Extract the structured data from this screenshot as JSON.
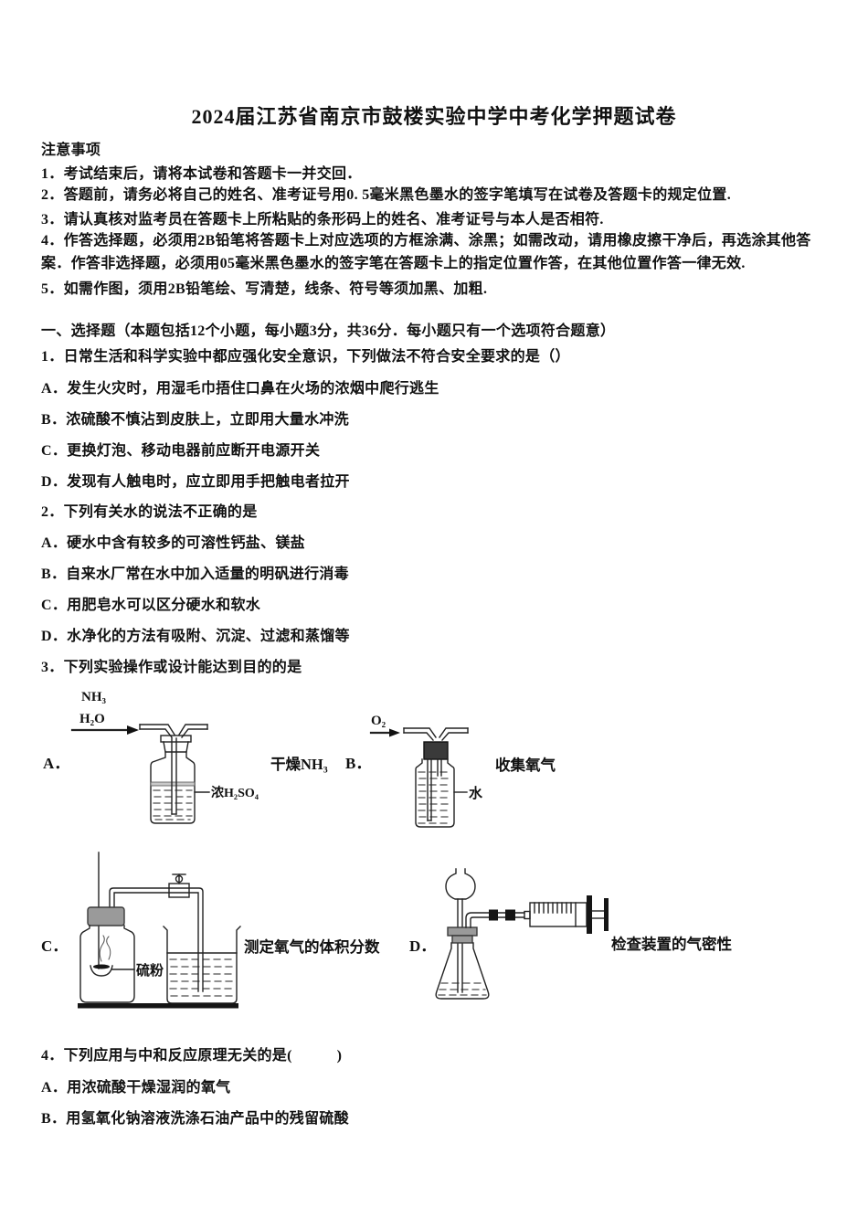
{
  "title": "2024届江苏省南京市鼓楼实验中学中考化学押题试卷",
  "notice": {
    "heading": "注意事项",
    "items": [
      "1．考试结束后，请将本试卷和答题卡一并交回．",
      "2．答题前，请务必将自己的姓名、准考证号用0. 5毫米黑色墨水的签字笔填写在试卷及答题卡的规定位置.",
      "3．请认真核对监考员在答题卡上所粘贴的条形码上的姓名、准考证号与本人是否相符.",
      "4．作答选择题，必须用2B铅笔将答题卡上对应选项的方框涂满、涂黑；如需改动，请用橡皮擦干净后，再选涂其他答案．作答非选择题，必须用05毫米黑色墨水的签字笔在答题卡上的指定位置作答，在其他位置作答一律无效.",
      "5．如需作图，须用2B铅笔绘、写清楚，线条、符号等须加黑、加粗."
    ]
  },
  "section": {
    "heading": "一、选择题（本题包括12个小题，每小题3分，共36分．每小题只有一个选项符合题意）"
  },
  "q1": {
    "stem": "1．日常生活和科学实验中都应强化安全意识，下列做法不符合安全要求的是（）",
    "options": [
      "A．发生火灾时，用湿毛巾捂住口鼻在火场的浓烟中爬行逃生",
      "B．浓硫酸不慎沾到皮肤上，立即用大量水冲洗",
      "C．更换灯泡、移动电器前应断开电源开关",
      "D．发现有人触电时，应立即用手把触电者拉开"
    ]
  },
  "q2": {
    "stem": "2．下列有关水的说法不正确的是",
    "options": [
      "A．硬水中含有较多的可溶性钙盐、镁盐",
      "B．自来水厂常在水中加入适量的明矾进行消毒",
      "C．用肥皂水可以区分硬水和软水",
      "D．水净化的方法有吸附、沉淀、过滤和蒸馏等"
    ]
  },
  "q3": {
    "stem": "3．下列实验操作或设计能达到目的的是",
    "diagrams": {
      "a": {
        "letter": "A．",
        "purpose": "干燥NH₃",
        "gas1": "NH₃",
        "gas2": "H₂O",
        "reagent": "浓H₂SO₄"
      },
      "b": {
        "letter": "B．",
        "purpose": "收集氧气",
        "gas": "O₂",
        "reagent": "水"
      },
      "c": {
        "letter": "C．",
        "purpose": "测定氧气的体积分数",
        "reagent": "硫粉"
      },
      "d": {
        "letter": "D．",
        "purpose": "检查装置的气密性"
      }
    }
  },
  "q4": {
    "stem": "4．下列应用与中和反应原理无关的是(　　　)",
    "options": [
      "A．用浓硫酸干燥湿润的氧气",
      "B．用氢氧化钠溶液洗涤石油产品中的残留硫酸"
    ]
  }
}
